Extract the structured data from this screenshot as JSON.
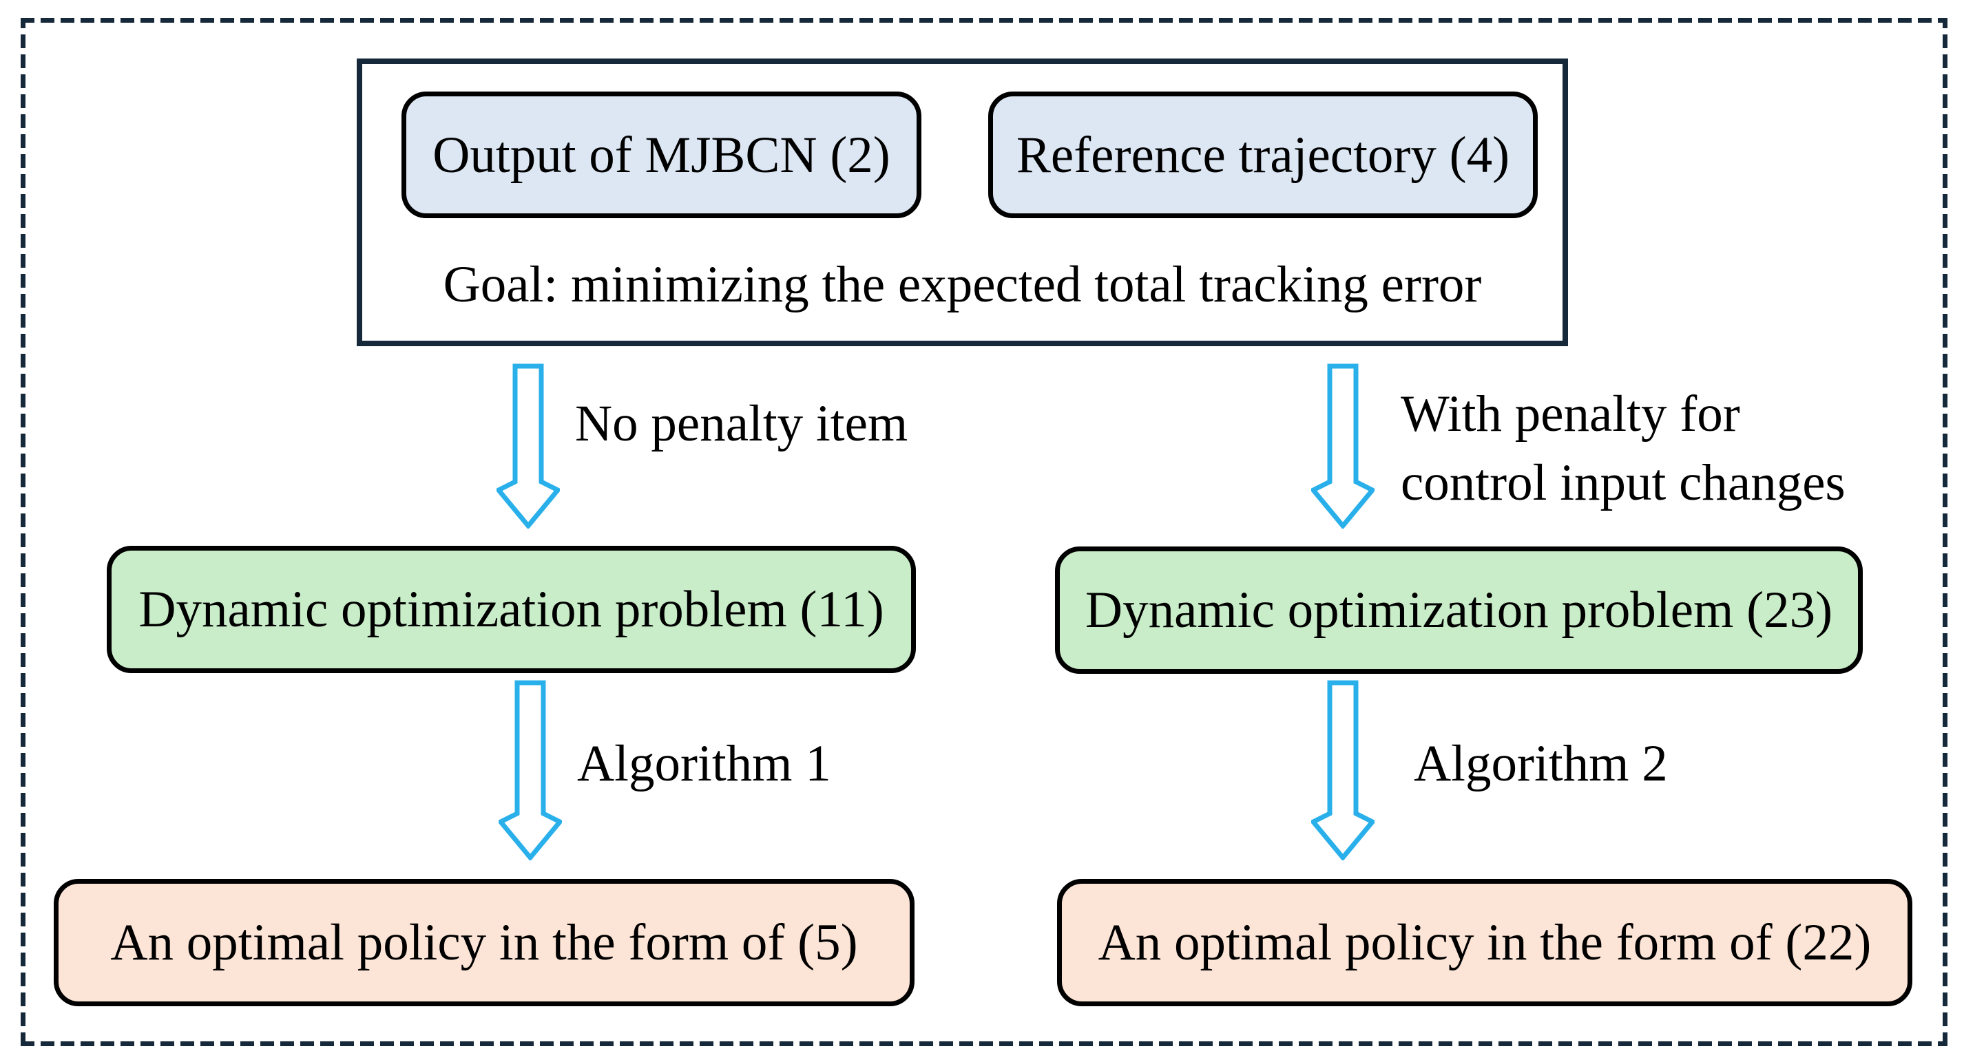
{
  "diagram": {
    "top_panel": {
      "input_box_left": "Output of MJBCN (2)",
      "input_box_right": "Reference trajectory (4)",
      "goal_text": "Goal: minimizing the expected total tracking error"
    },
    "left_branch": {
      "arrow_label": "No penalty item",
      "problem_box": "Dynamic optimization problem (11)",
      "algorithm_label": "Algorithm 1",
      "result_box": "An optimal policy in the form of (5)"
    },
    "right_branch": {
      "arrow_label_line1": "With penalty for",
      "arrow_label_line2": "control input changes",
      "problem_box": "Dynamic optimization problem (23)",
      "algorithm_label": "Algorithm 2",
      "result_box": "An optimal policy in the form of (22)"
    },
    "colors": {
      "background": "#ffffff",
      "frame_border": "#16293a",
      "box_border": "#000000",
      "text": "#000000",
      "arrow": "#29b0ea",
      "input_box_fill": "#dce7f3",
      "problem_box_fill": "#c9edc8",
      "result_box_fill": "#fce4d6"
    }
  }
}
